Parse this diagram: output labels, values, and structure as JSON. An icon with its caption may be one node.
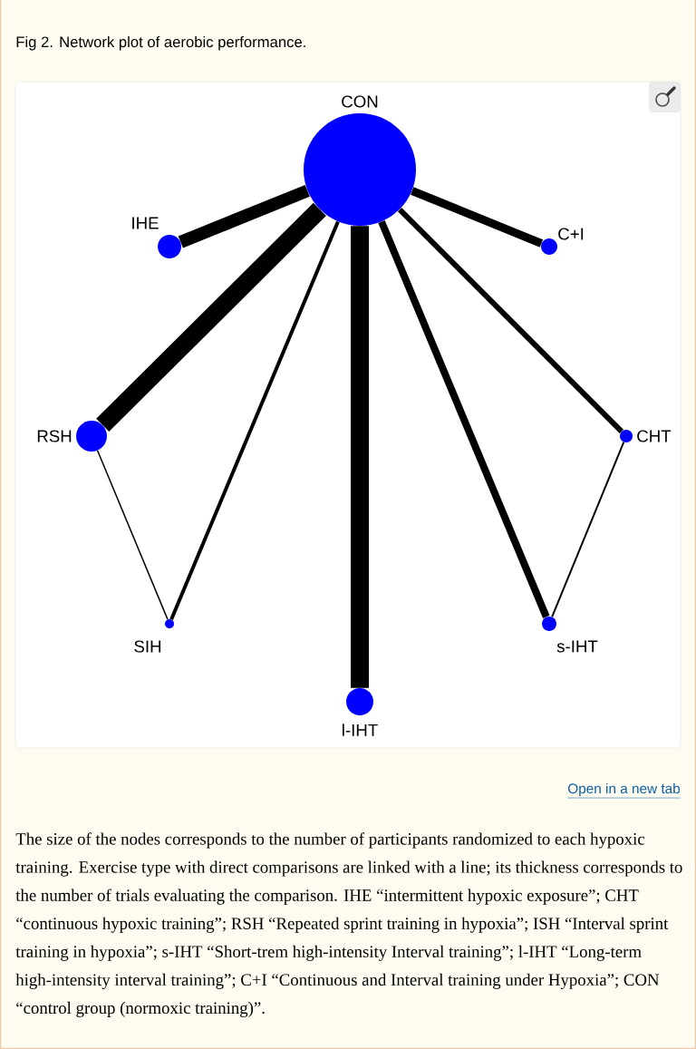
{
  "diagram": {
    "title": "Fig 2. Network plot of aerobic performance.",
    "caption": "The size of the nodes corresponds to the number of participants randomized to each hypoxic training. Exercise type with direct comparisons are linked with a line; its thickness corresponds to the number of trials evaluating the comparison. IHE “intermittent hypoxic exposure”; CHT “continuous hypoxic training”; RSH “Repeated sprint training in hypoxia”; ISH “Interval sprint training in hypoxia”; s-IHT “Short-trem high-intensity Interval training”; l-IHT “Long-term high-intensity interval training”; C+I “Continuous and Interval training under Hypoxia”; CON “control group (normoxic training)”.",
    "nodes": [
      {
        "text": [
          "CON"
        ]
      },
      {
        "text": [
          "IHE"
        ]
      },
      {
        "text": [
          "C+I"
        ]
      },
      {
        "text": [
          "RSH"
        ]
      },
      {
        "text": [
          "CHT"
        ]
      },
      {
        "text": [
          "SIH"
        ]
      },
      {
        "text": [
          "s-IHT"
        ]
      },
      {
        "text": [
          "l-IHT"
        ]
      }
    ],
    "edges": [
      {
        "from": 0,
        "to": 1,
        "arrow": "none"
      },
      {
        "from": 0,
        "to": 2,
        "arrow": "none"
      },
      {
        "from": 0,
        "to": 3,
        "arrow": "none",
        "style": "thick"
      },
      {
        "from": 0,
        "to": 5,
        "arrow": "none"
      },
      {
        "from": 0,
        "to": 7,
        "arrow": "none",
        "style": "thick"
      },
      {
        "from": 0,
        "to": 6,
        "arrow": "none"
      },
      {
        "from": 0,
        "to": 4,
        "arrow": "none"
      },
      {
        "from": 3,
        "to": 5,
        "arrow": "none"
      },
      {
        "from": 4,
        "to": 6,
        "arrow": "none"
      }
    ],
    "labels": [
      "Open in a new tab"
    ]
  }
}
